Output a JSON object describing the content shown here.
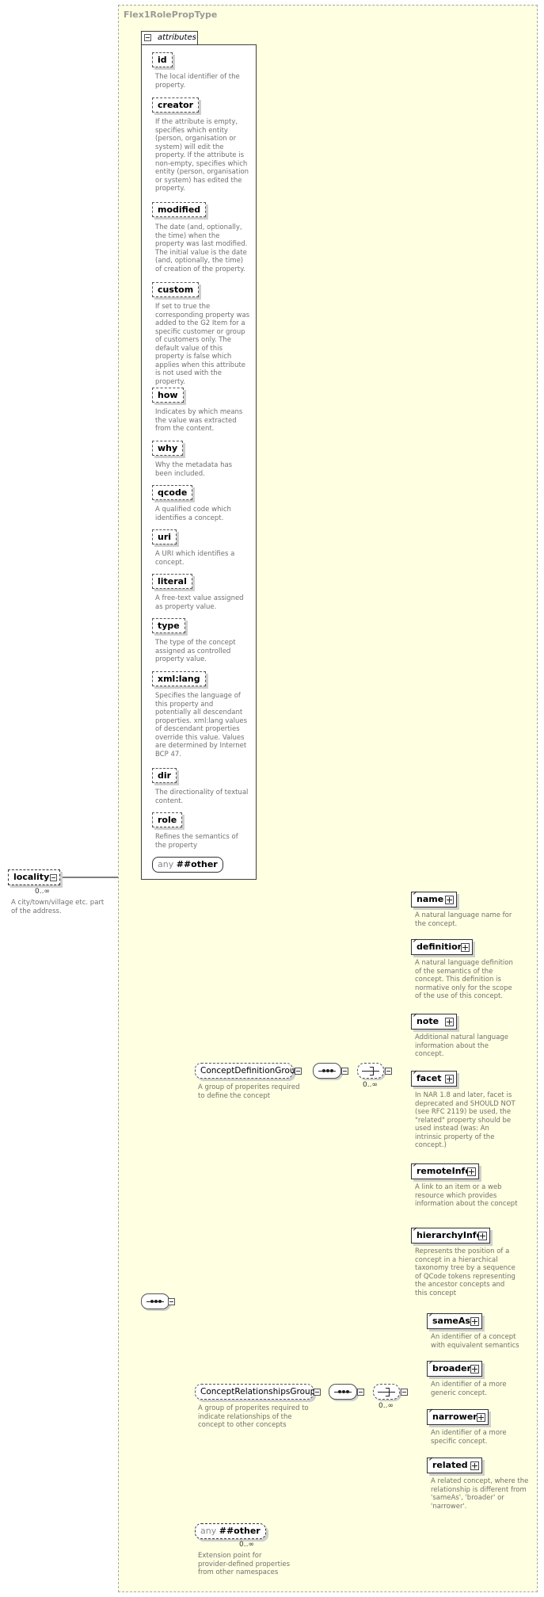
{
  "type_name": "Flex1RolePropType",
  "attributes_label": "attributes",
  "root": {
    "name": "locality",
    "cardinality": "0..∞",
    "description": "A city/town/village etc. part of the address."
  },
  "attributes": [
    {
      "name": "id",
      "description": "The local identifier of the property."
    },
    {
      "name": "creator",
      "description": "If the attribute is empty, specifies which entity (person, organisation or system) will edit the property. If the attribute is non-empty, specifies which entity (person, organisation or system) has edited the property."
    },
    {
      "name": "modified",
      "description": "The date (and, optionally, the time) when the property was last modified. The initial value is the date (and, optionally, the time) of creation of the property."
    },
    {
      "name": "custom",
      "description": "If set to true the corresponding property was added to the G2 Item for a specific customer or group of customers only. The default value of this property is false which applies when this attribute is not used with the property."
    },
    {
      "name": "how",
      "description": "Indicates by which means the value was extracted from the content."
    },
    {
      "name": "why",
      "description": "Why the metadata has been included."
    },
    {
      "name": "qcode",
      "description": "A qualified code which identifies a concept."
    },
    {
      "name": "uri",
      "description": "A URI which identifies a concept."
    },
    {
      "name": "literal",
      "description": "A free-text value assigned as property value."
    },
    {
      "name": "type",
      "description": "The type of the concept assigned as controlled property value."
    },
    {
      "name": "xml:lang",
      "description": "Specifies the language of this property and potentially all descendant properties. xml:lang values of descendant properties override this value. Values are determined by Internet BCP 47."
    },
    {
      "name": "dir",
      "description": "The directionality of textual content."
    },
    {
      "name": "role",
      "description": "Refines the semantics of the property"
    }
  ],
  "attr_any": {
    "keyword": "any",
    "namespace": "##other"
  },
  "concept_definition_group": {
    "name": "ConceptDefinitionGroup",
    "description": "A group of properites required to define the concept",
    "cardinality": "0..∞",
    "elements": [
      {
        "name": "name",
        "description": "A natural language name for the concept."
      },
      {
        "name": "definition",
        "description": "A natural language definition of the semantics of the concept. This definition is normative only for the scope of the use of this concept."
      },
      {
        "name": "note",
        "description": "Additional natural language information about the concept."
      },
      {
        "name": "facet",
        "description": "In NAR 1.8 and later, facet is deprecated and SHOULD NOT (see RFC 2119) be used, the \"related\" property should be used instead (was: An intrinsic property of the concept.)"
      },
      {
        "name": "remoteInfo",
        "description": "A link to an item or a web resource which provides information about the concept"
      },
      {
        "name": "hierarchyInfo",
        "description": "Represents the position of a concept in a hierarchical taxonomy tree by a sequence of QCode tokens representing the ancestor concepts and this concept"
      }
    ]
  },
  "concept_relationships_group": {
    "name": "ConceptRelationshipsGroup",
    "description": "A group of properites required to indicate relationships of the concept to other concepts",
    "cardinality": "0..∞",
    "elements": [
      {
        "name": "sameAs",
        "description": "An identifier of a concept with equivalent semantics"
      },
      {
        "name": "broader",
        "description": "An identifier of a more generic concept."
      },
      {
        "name": "narrower",
        "description": "An identifier of a more specific concept."
      },
      {
        "name": "related",
        "description": "A related concept, where the relationship is different from 'sameAs', 'broader' or 'narrower'."
      }
    ]
  },
  "any_other": {
    "keyword": "any",
    "namespace": "##other",
    "cardinality": "0..∞",
    "description": "Extension point for provider-defined properties from other namespaces"
  }
}
